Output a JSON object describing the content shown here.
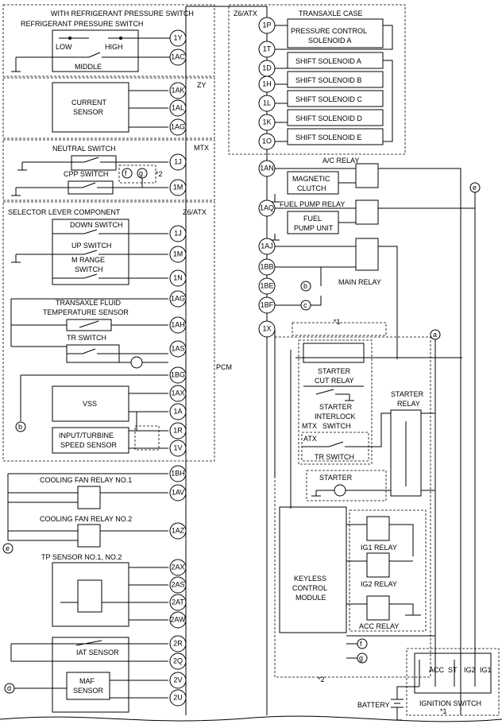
{
  "pcm_label": "PCM",
  "left_sections": {
    "refrigerant": {
      "title1": "WITH REFRIGERANT PRESSURE SWITCH",
      "title2": "REFRIGERANT PRESSURE SWITCH",
      "low": "LOW",
      "high": "HIGH",
      "middle": "MIDDLE",
      "pins": [
        "1Y",
        "1AC"
      ]
    },
    "current_sensor": {
      "tag": "ZY",
      "label1": "CURRENT",
      "label2": "SENSOR",
      "pins": [
        "1AK",
        "1AL",
        "1AG"
      ]
    },
    "neutral": {
      "tag": "MTX",
      "neutral_label": "NEUTRAL SWITCH",
      "cpp_label": "CPP SWITCH",
      "f": "f",
      "g": "g",
      "note": "*2",
      "pins": [
        "1J",
        "1M"
      ]
    },
    "selector": {
      "title": "SELECTOR LEVER COMPONENT",
      "tag": "Z6/ATX",
      "down": "DOWN SWITCH",
      "up": "UP SWITCH",
      "mrange1": "M RANGE",
      "mrange2": "SWITCH",
      "pins": [
        "1J",
        "1M",
        "1N"
      ]
    },
    "sensors": {
      "tft1": "TRANSAXLE FLUID",
      "tft2": "TEMPERATURE SENSOR",
      "tr": "TR SWITCH",
      "vss": "VSS",
      "its1": "INPUT/TURBINE",
      "its2": "SPEED SENSOR",
      "b": "b",
      "pins": [
        "1AG",
        "1AH",
        "1AS",
        "1BG",
        "1AX",
        "1A",
        "1R",
        "1V"
      ]
    },
    "cooling": {
      "relay1": "COOLING FAN RELAY NO.1",
      "relay2": "COOLING FAN RELAY NO.2",
      "e": "e",
      "pins": [
        "1BH",
        "1AV",
        "1AZ"
      ]
    },
    "tp": {
      "title": "TP SENSOR NO.1, NO.2",
      "pins": [
        "2AX",
        "2AS",
        "2AT",
        "2AW"
      ]
    },
    "iat_maf": {
      "iat": "IAT SENSOR",
      "maf1": "MAF",
      "maf2": "SENSOR",
      "d": "d",
      "pins": [
        "2R",
        "2Q",
        "2V",
        "2U"
      ]
    }
  },
  "transaxle": {
    "tag": "Z6/ATX",
    "title": "TRANSAXLE CASE",
    "pcs1": "PRESSURE CONTROL",
    "pcs2": "SOLENOID A",
    "solenoids": [
      "SHIFT SOLENOID A",
      "SHIFT SOLENOID B",
      "SHIFT SOLENOID C",
      "SHIFT SOLENOID D",
      "SHIFT SOLENOID E"
    ],
    "pins": [
      "1P",
      "1T",
      "1D",
      "1H",
      "1L",
      "1K",
      "1O"
    ]
  },
  "right_side": {
    "ac_relay": "A/C RELAY",
    "magnetic1": "MAGNETIC",
    "magnetic2": "CLUTCH",
    "fuel_pump_relay": "FUEL PUMP RELAY",
    "fuel1": "FUEL",
    "fuel2": "PUMP UNIT",
    "main_relay": "MAIN RELAY",
    "b": "b",
    "c": "c",
    "e": "e",
    "a": "a",
    "note1": "*1",
    "note2": "*2",
    "note1b": "*1",
    "starter_cut1": "STARTER",
    "starter_cut2": "CUT RELAY",
    "interlock1": "STARTER",
    "interlock2": "INTERLOCK",
    "interlock3": "SWITCH",
    "mtx": "MTX",
    "atx": "ATX",
    "tr_switch": "TR SWITCH",
    "starter_relay1": "STARTER",
    "starter_relay2": "RELAY",
    "starter": "STARTER",
    "keyless1": "KEYLESS",
    "keyless2": "CONTROL",
    "keyless3": "MODULE",
    "ig1_relay": "IG1 RELAY",
    "ig2_relay": "IG2 RELAY",
    "acc_relay": "ACC RELAY",
    "f": "f",
    "g": "g",
    "battery": "BATTERY",
    "ignition_switch": "IGNITION SWITCH",
    "ign_terms": [
      "ACC",
      "ST",
      "IG2",
      "IG1"
    ],
    "pins": [
      "1AN",
      "1AQ",
      "1AJ",
      "1BB",
      "1BE",
      "1BF",
      "1X"
    ]
  }
}
